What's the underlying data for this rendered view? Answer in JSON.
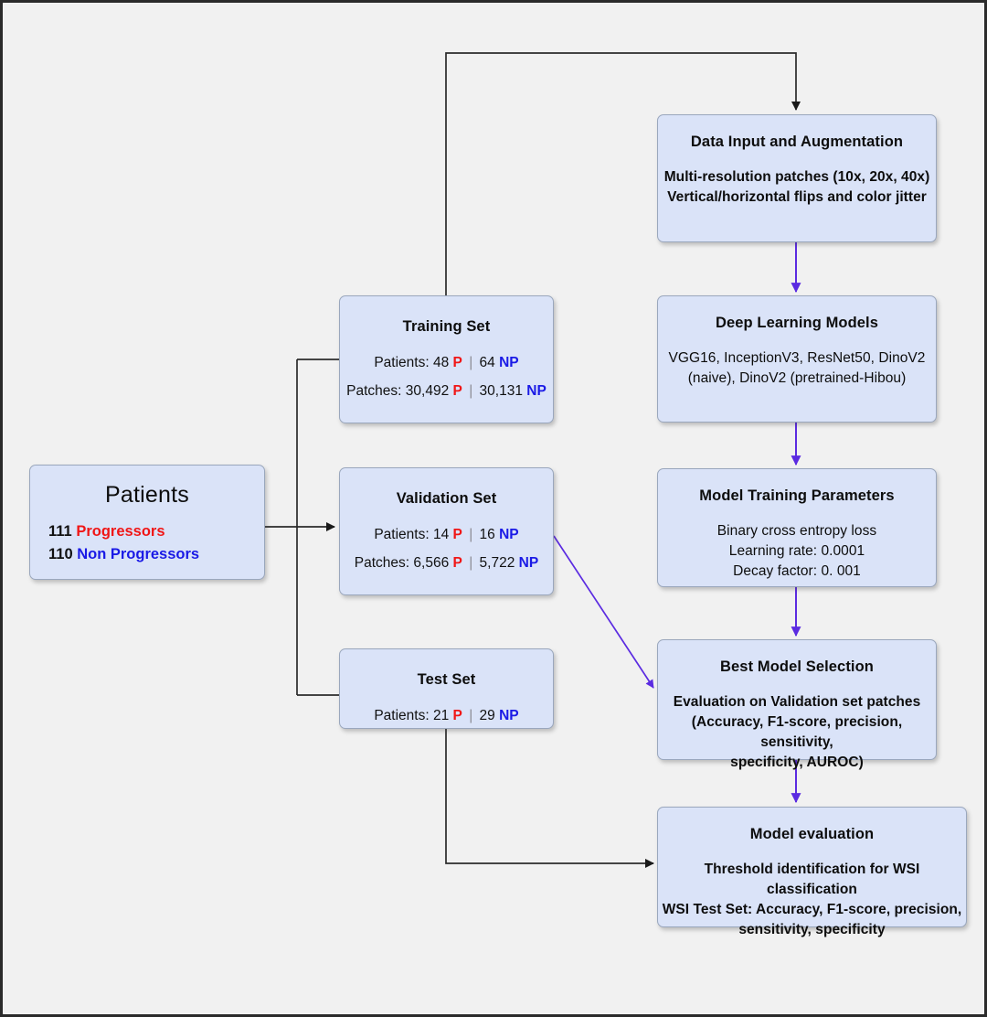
{
  "diagram": {
    "title": "Deep learning study design flowchart",
    "colors": {
      "node_fill": "#dae3f8",
      "node_border": "#9aa7bd",
      "canvas_bg": "#f1f1f1",
      "frame_border": "#2b2b2b",
      "progressor_red": "#f01616",
      "nonprogressor_blue": "#1a1ae6",
      "pipeline_arrow_purple": "#5b2be1",
      "data_arrow_black": "#1a1a1a"
    },
    "legend": {
      "p_abbrev": "P",
      "np_abbrev": "NP",
      "separator": "|"
    }
  },
  "patients": {
    "title": "Patients",
    "progressor_count": "111",
    "progressor_label": "Progressors",
    "nonprogressor_count": "110",
    "nonprogressor_label": "Non Progressors"
  },
  "datasets": [
    {
      "id": "training-set",
      "title": "Training Set",
      "rows": [
        {
          "label": "Patients:",
          "p_value": "48",
          "p_tag": "P",
          "sep": "|",
          "np_value": "64",
          "np_tag": "NP"
        },
        {
          "label": "Patches:",
          "p_value": "30,492",
          "p_tag": "P",
          "sep": "|",
          "np_value": "30,131",
          "np_tag": "NP"
        }
      ]
    },
    {
      "id": "validation-set",
      "title": "Validation Set",
      "rows": [
        {
          "label": "Patients:",
          "p_value": "14",
          "p_tag": "P",
          "sep": "|",
          "np_value": "16",
          "np_tag": "NP"
        },
        {
          "label": "Patches:",
          "p_value": "6,566",
          "p_tag": "P",
          "sep": "|",
          "np_value": "5,722",
          "np_tag": "NP"
        }
      ]
    },
    {
      "id": "test-set",
      "title": "Test Set",
      "rows": [
        {
          "label": "Patients:",
          "p_value": "21",
          "p_tag": "P",
          "sep": "|",
          "np_value": "29",
          "np_tag": "NP"
        }
      ]
    }
  ],
  "pipeline": [
    {
      "id": "data-input-and-augmentation",
      "title": "Data Input and Augmentation",
      "bold_body": true,
      "lines": [
        "Multi-resolution patches (10x, 20x, 40x)",
        "Vertical/horizontal flips and color jitter"
      ]
    },
    {
      "id": "deep-learning-models",
      "title": "Deep Learning Models",
      "bold_body": false,
      "lines": [
        "VGG16, InceptionV3, ResNet50, DinoV2",
        "(naive), DinoV2 (pretrained-Hibou)"
      ]
    },
    {
      "id": "model-training-parameters",
      "title": "Model Training Parameters",
      "bold_body": false,
      "lines": [
        "Binary cross entropy loss",
        "Learning rate: 0.0001",
        "Decay factor: 0. 001"
      ]
    },
    {
      "id": "best-model-selection",
      "title": "Best Model Selection",
      "bold_body": true,
      "lines": [
        "Evaluation on Validation set patches",
        "(Accuracy, F1-score, precision, sensitivity,",
        "specificity, AUROC)"
      ]
    },
    {
      "id": "model-evaluation",
      "title": "Model evaluation",
      "bold_body": true,
      "lines": [
        "Threshold identification for WSI classification",
        "WSI Test Set: Accuracy, F1-score, precision,",
        "sensitivity, specificity"
      ]
    }
  ]
}
